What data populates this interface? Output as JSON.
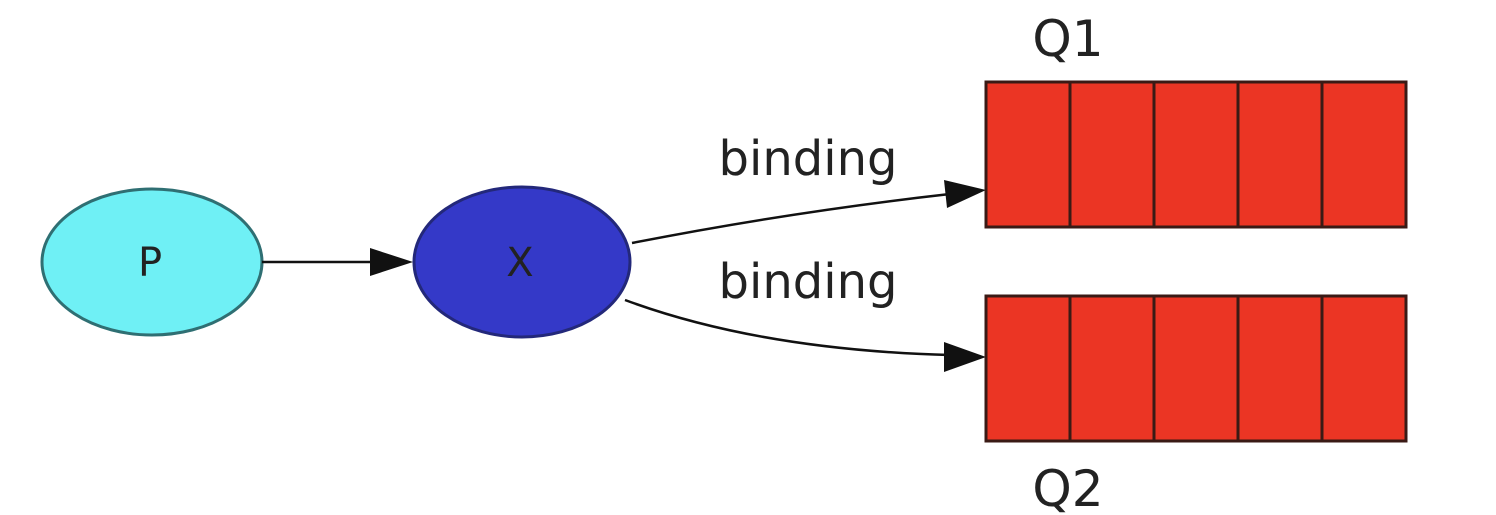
{
  "nodes": {
    "producer": {
      "label": "P",
      "fill": "#6ff0f5",
      "stroke": "#2f6f73"
    },
    "exchange": {
      "label": "X",
      "fill": "#3439c8",
      "stroke": "#23287a"
    }
  },
  "edges": {
    "binding_q1": {
      "label": "binding"
    },
    "binding_q2": {
      "label": "binding"
    }
  },
  "queues": {
    "q1": {
      "label": "Q1",
      "slots": 5,
      "fill": "#eb3524",
      "stroke": "#3a1a15"
    },
    "q2": {
      "label": "Q2",
      "slots": 5,
      "fill": "#eb3524",
      "stroke": "#3a1a15"
    }
  },
  "colors": {
    "edge": "#111111",
    "background": "#ffffff"
  }
}
